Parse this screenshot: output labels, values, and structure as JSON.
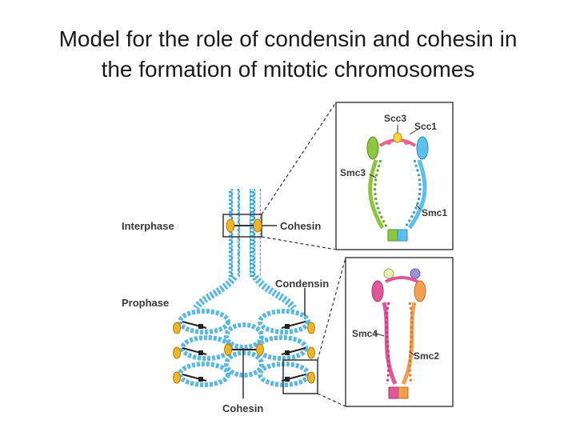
{
  "title": {
    "line1": "Model for the role of condensin and cohesin in",
    "line2": "the formation of mitotic chromosomes"
  },
  "labels": {
    "interphase": "Interphase",
    "prophase": "Prophase",
    "cohesin_interphase": "Cohesin",
    "condensin": "Condensin",
    "cohesin_bottom": "Cohesin"
  },
  "cohesin_panel": {
    "scc3": "Scc3",
    "scc1": "Scc1",
    "smc3": "Smc3",
    "smc1": "Smc1"
  },
  "condensin_panel": {
    "smc4": "Smc4",
    "smc2": "Smc2"
  },
  "colors": {
    "dna": "#5bb8e0",
    "cohesin_ring": "#f0b429",
    "smc3": "#8cc63f",
    "smc1": "#5bc0eb",
    "scc3": "#f5d547",
    "scc1": "#e8618c",
    "smc4": "#e0569a",
    "smc2": "#f0a050",
    "head_green": "#8cc63f",
    "head_blue": "#5bc0eb",
    "head_pink": "#e0569a",
    "head_orange": "#f0a050"
  }
}
